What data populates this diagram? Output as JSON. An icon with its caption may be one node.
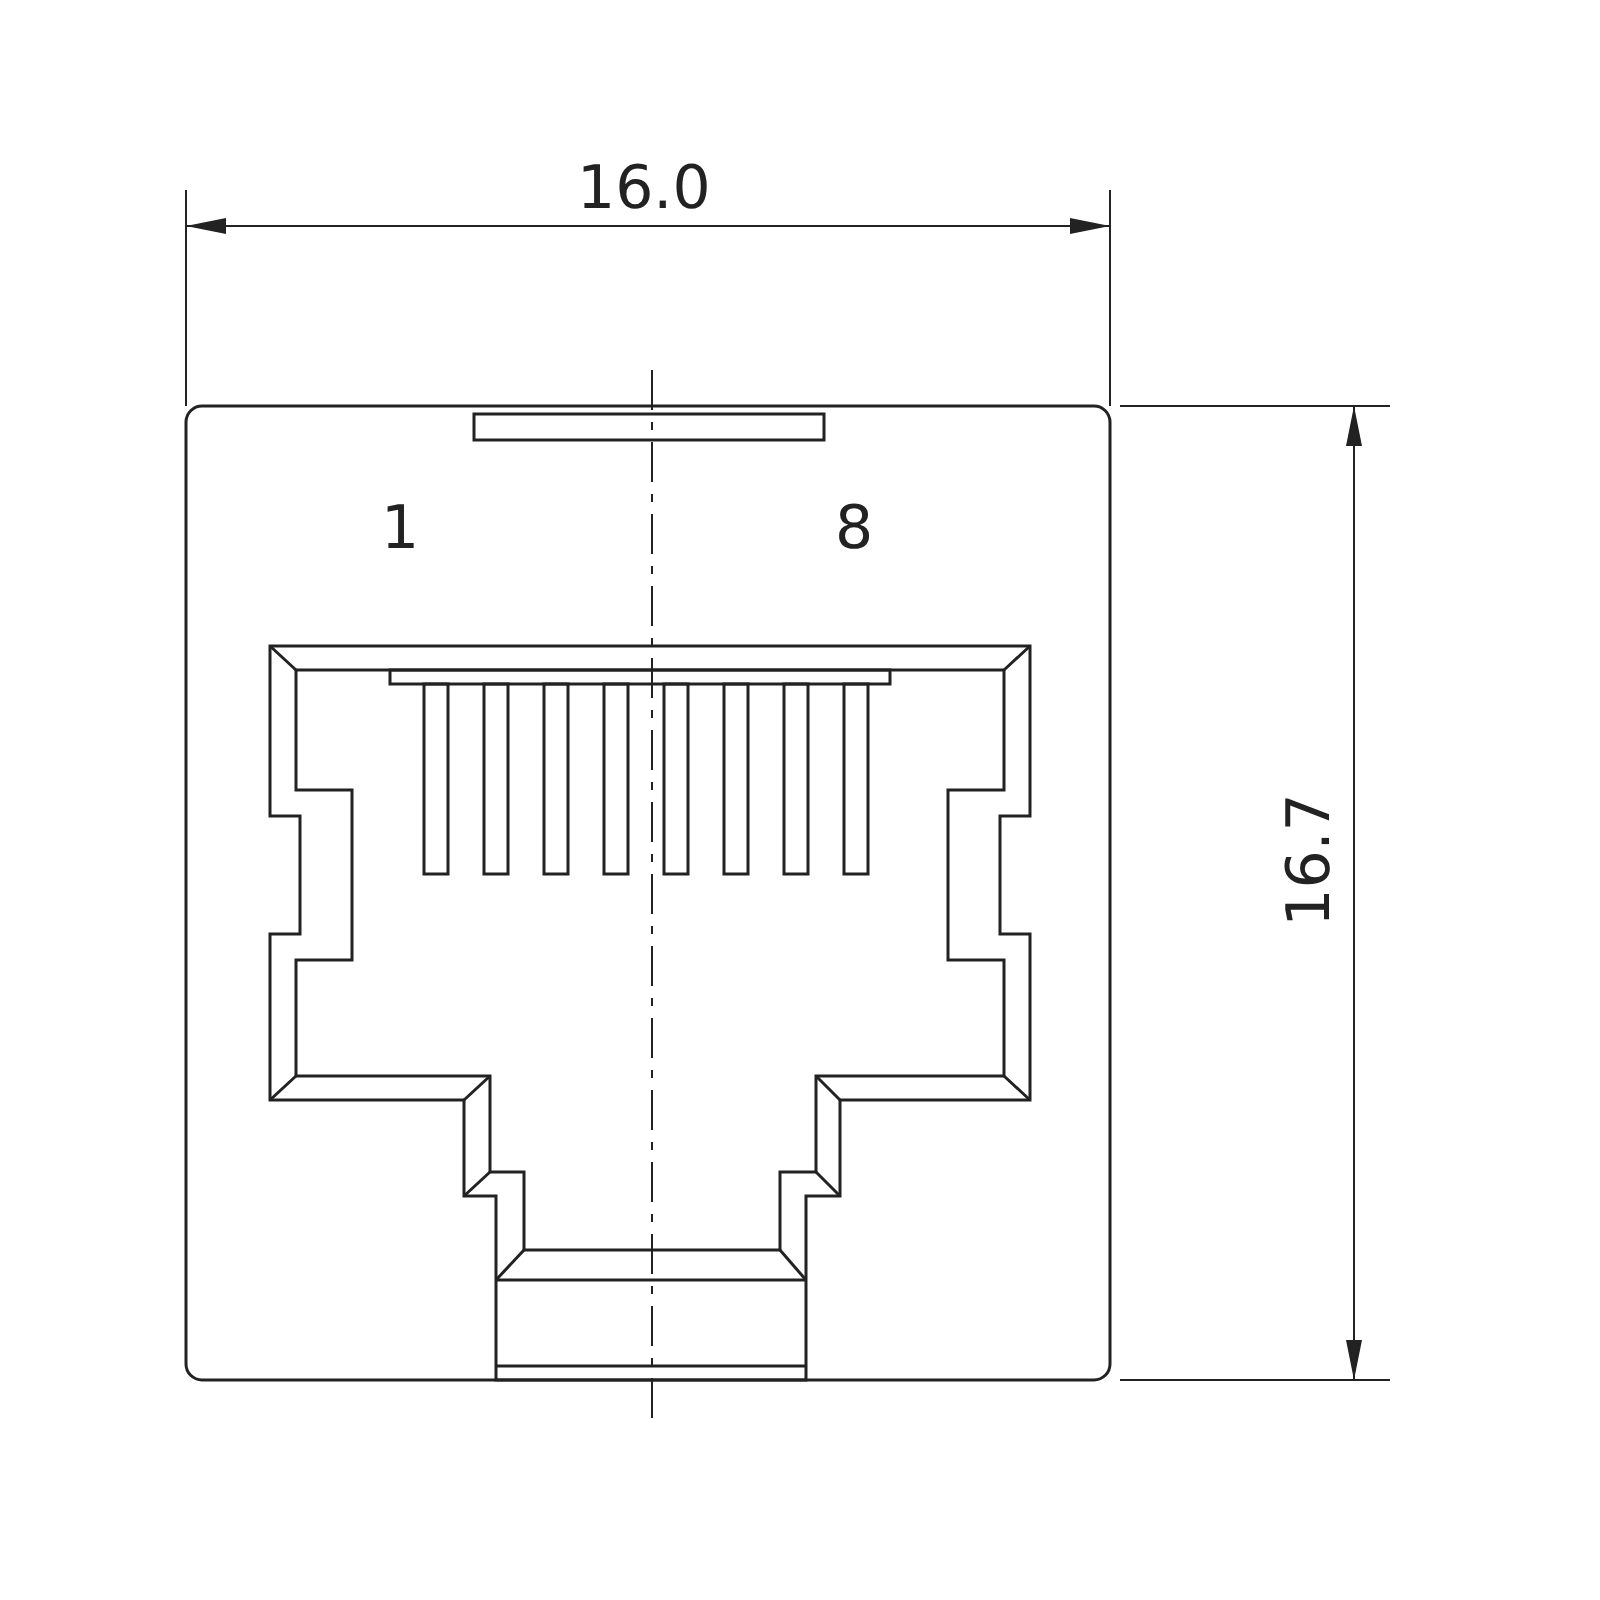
{
  "diagram": {
    "labels": [
      "16.0",
      "1",
      "8",
      "16.7"
    ]
  }
}
